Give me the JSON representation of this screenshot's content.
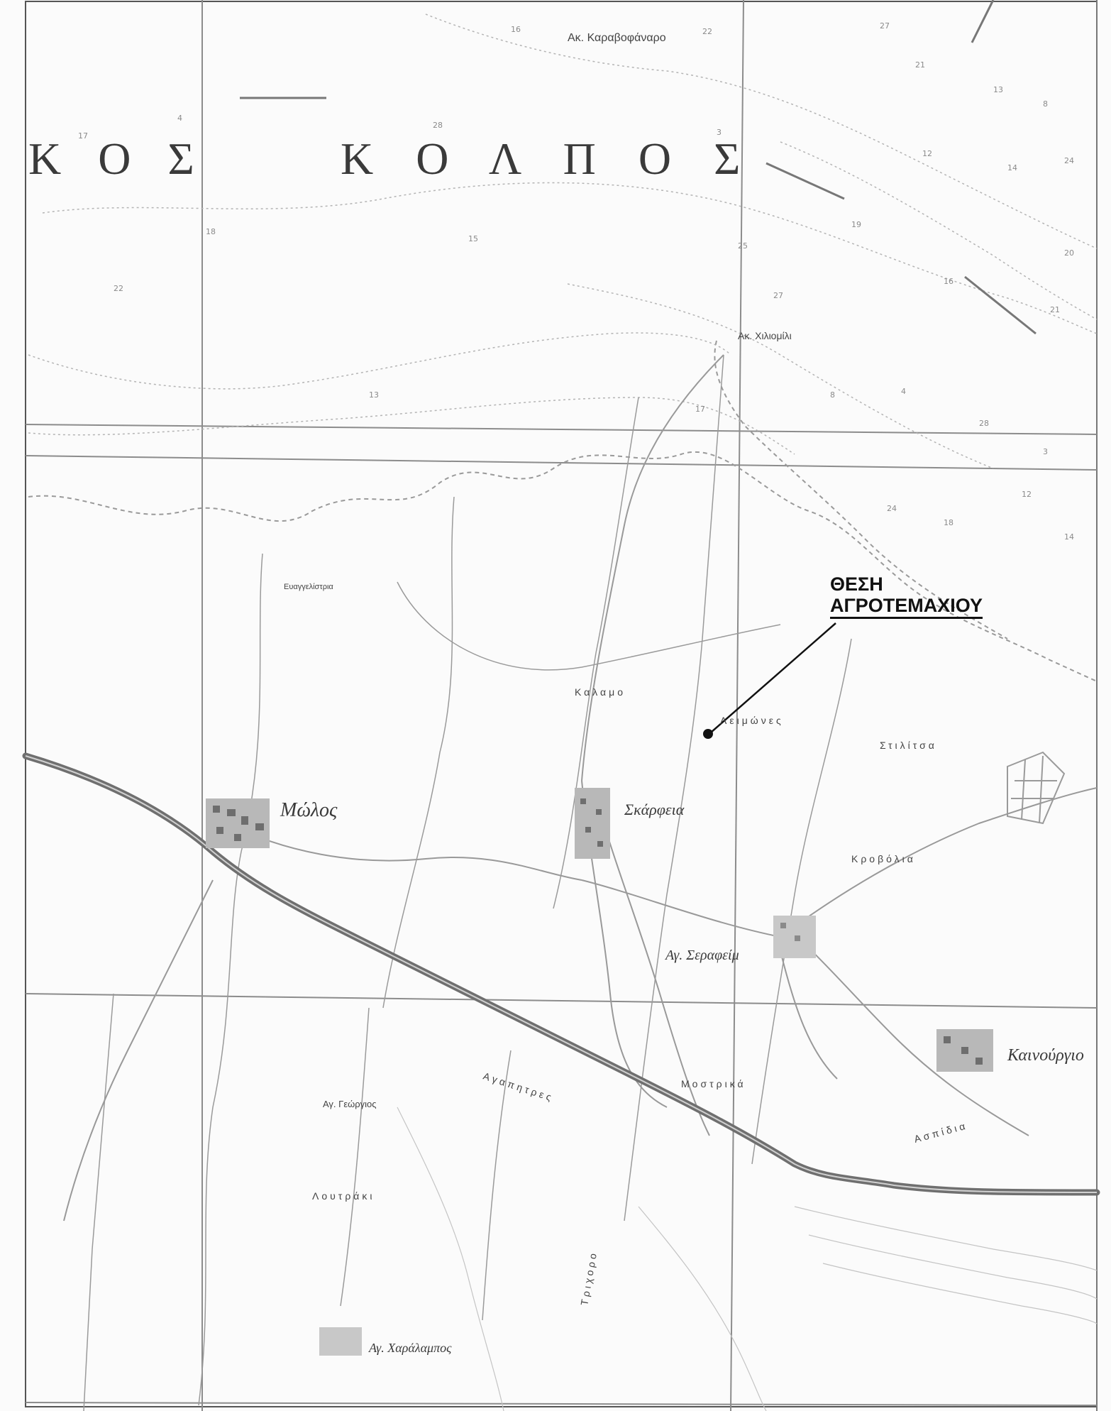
{
  "map": {
    "sea_title_left": "Κ Ο Σ",
    "sea_title_main": "Κ Ο Λ Π Ο Σ",
    "callout": {
      "line1": "ΘΕΣΗ",
      "line2": "ΑΓΡΟΤΕΜΑΧΙΟΥ"
    },
    "place_labels": {
      "cape_karavofanaro": "Ακ. Καραβοφάναρο",
      "cape_chiliomili": "Ακ. Χιλιομίλι",
      "molos": "Μώλος",
      "skarfeia": "Σκάρφεια",
      "agios_serafeim": "Αγ. Σεραφείμ",
      "kainourgio": "Καινούργιο",
      "agios_charalampos": "Αγ. Χαράλαμπος",
      "kallidromo": "Καλαμο",
      "leimones": "Λειμώνες",
      "stiletsa": "Στιλίτσα",
      "krovolia": "Κροβόλια",
      "mostrika": "Μοστρικά",
      "agia_paraskevi_area": "Αγαπητρες",
      "agios_georgios": "Αγ. Γεώργιος",
      "lutraki": "Λουτράκι",
      "aspides": "Ασπίδια",
      "trichoro": "Τριχορο",
      "evangelistria": "Ευαγγελίστρια"
    },
    "depth_soundings": [
      "16",
      "22",
      "27",
      "21",
      "13",
      "8",
      "4",
      "17",
      "28",
      "3",
      "12",
      "14",
      "24",
      "18",
      "15",
      "19",
      "25",
      "20"
    ],
    "colors": {
      "ink": "#333333",
      "road": "#707070",
      "grid": "#8c8c8c",
      "paper": "#fbfbfb",
      "callout": "#111111"
    }
  }
}
